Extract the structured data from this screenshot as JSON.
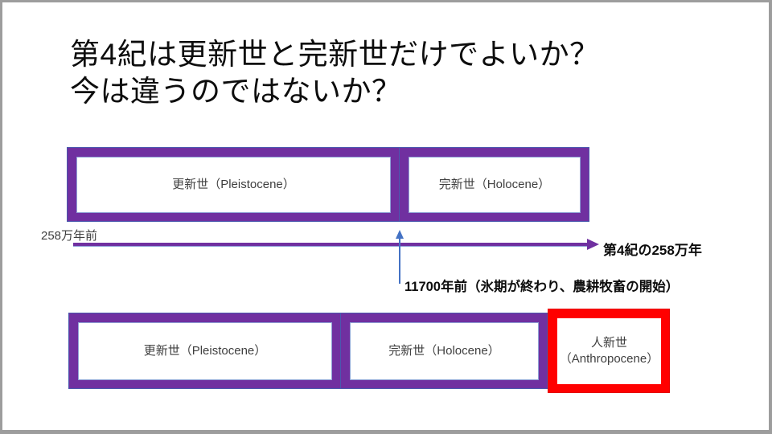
{
  "slide": {
    "title_line1": "第4紀は更新世と完新世だけでよいか？",
    "title_line2": "今は違うのではないか？",
    "colors": {
      "purple": "#7030A0",
      "red": "#FF0000",
      "blue_arrow": "#4472C4",
      "frame_gray": "#9D9D9D"
    },
    "top_diagram": {
      "boxes": [
        {
          "label": "更新世（Pleistocene）"
        },
        {
          "label": "完新世（Holocene）"
        }
      ]
    },
    "timeline": {
      "left_label": "258万年前",
      "arrow_label": "第4紀の258万年",
      "boundary_label": "11700年前（氷期が終わり、農耕牧畜の開始）"
    },
    "bottom_diagram": {
      "boxes": [
        {
          "label": "更新世（Pleistocene）"
        },
        {
          "label": "完新世（Holocene）"
        },
        {
          "label_line1": "人新世",
          "label_line2": "（Anthropocene）"
        }
      ]
    }
  }
}
